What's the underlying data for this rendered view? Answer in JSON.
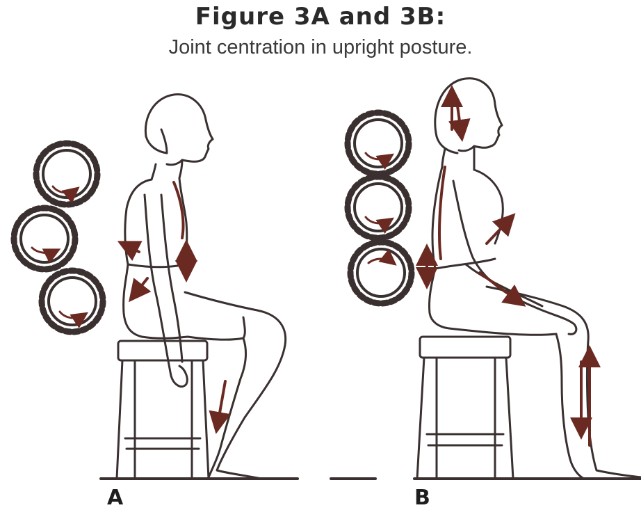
{
  "figure": {
    "title": "Figure 3A and 3B:",
    "subtitle": "Joint centration in upright posture.",
    "panels": [
      {
        "label": "A"
      },
      {
        "label": "B"
      }
    ]
  },
  "colors": {
    "ink": "#3a3030",
    "arrow": "#6a2a22",
    "background": "#ffffff"
  }
}
